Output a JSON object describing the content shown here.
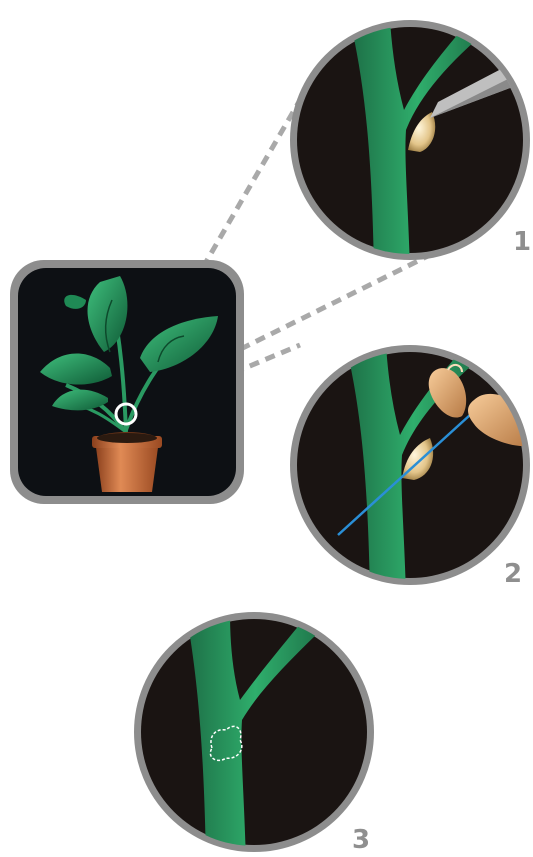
{
  "diagram": {
    "steps": [
      {
        "number": "1",
        "action": "cut"
      },
      {
        "number": "2",
        "action": "wrap"
      },
      {
        "number": "3",
        "action": "healed"
      }
    ]
  },
  "colors": {
    "background": "#ffffff",
    "panel_dark": "#0d1014",
    "frame_gray": "#8d8d8d",
    "circle_dark": "#1a1412",
    "stem_green": "#2a9a62",
    "leaf_green": "#1f8a55",
    "pot_terracotta": "#c26a38",
    "callout_dash": "#a9a9a9"
  },
  "icons": [
    "plant-icon",
    "razor-blade-icon",
    "fingers-icon",
    "thread-icon",
    "node-marker-icon"
  ]
}
